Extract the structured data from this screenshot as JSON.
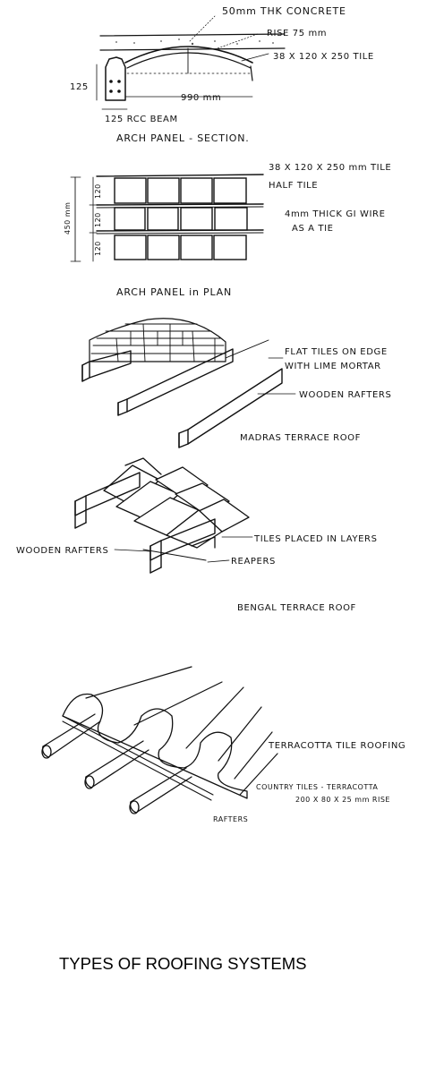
{
  "title": "TYPES OF ROOFING SYSTEMS",
  "arch_section": {
    "concrete_label": "50mm THK CONCRETE",
    "rise_label": "RISE 75 mm",
    "tile_label": "38 X 120 X 250 TILE",
    "height_dim": "125",
    "span_dim": "990 mm",
    "beam_label": "125 RCC BEAM",
    "caption": "ARCH PANEL - SECTION."
  },
  "arch_plan": {
    "tile_label": "38 X 120 X 250 mm TILE",
    "half_tile_label": "HALF TILE",
    "wire_label_1": "4mm THICK GI WIRE",
    "wire_label_2": "AS A TIE",
    "total_dim": "450 mm",
    "row_dims": [
      "120",
      "120",
      "120"
    ],
    "caption": "ARCH PANEL in PLAN"
  },
  "madras": {
    "tiles_label_1": "FLAT TILES ON EDGE",
    "tiles_label_2": "WITH LIME MORTAR",
    "rafters_label": "WOODEN RAFTERS",
    "caption": "MADRAS TERRACE ROOF"
  },
  "bengal": {
    "tiles_label": "TILES PLACED IN LAYERS",
    "rafters_label": "WOODEN RAFTERS",
    "reapers_label": "REAPERS",
    "caption": "BENGAL TERRACE ROOF"
  },
  "terracotta": {
    "caption": "TERRACOTTA TILE ROOFING",
    "country_label": "COUNTRY TILES - TERRACOTTA",
    "size_label": "200 X 80 X 25 mm RISE",
    "rafters_label": "RAFTERS"
  }
}
